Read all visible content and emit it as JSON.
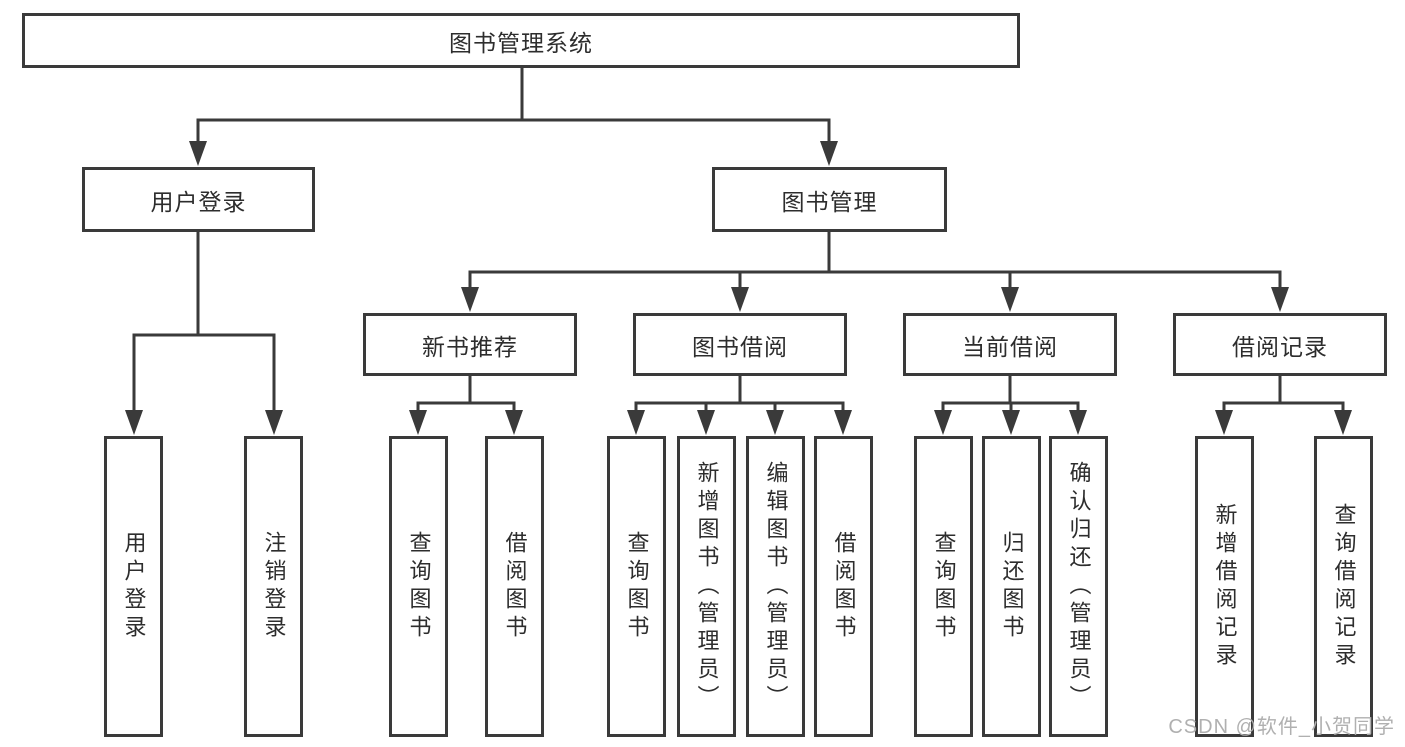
{
  "diagram": {
    "nodes": {
      "root": "图书管理系统",
      "user_login": "用户登录",
      "book_management": "图书管理",
      "new_book_recommendation": "新书推荐",
      "book_borrowing": "图书借阅",
      "current_borrowing": "当前借阅",
      "borrowing_records": "借阅记录"
    },
    "leaves": {
      "user_login": [
        "用户登录",
        "注销登录"
      ],
      "new_book_recommendation": [
        "查询图书",
        "借阅图书"
      ],
      "book_borrowing": [
        "查询图书",
        "新增图书（管理员）",
        "编辑图书（管理员）",
        "借阅图书"
      ],
      "current_borrowing": [
        "查询图书",
        "归还图书",
        "确认归还（管理员）"
      ],
      "borrowing_records": [
        "新增借阅记录",
        "查询借阅记录"
      ]
    },
    "watermark": "CSDN @软件_小贺同学",
    "colors": {
      "line": "#3a3a3a",
      "text": "#2d2d2d",
      "watermark": "#b0b0b0",
      "background": "#ffffff"
    }
  }
}
